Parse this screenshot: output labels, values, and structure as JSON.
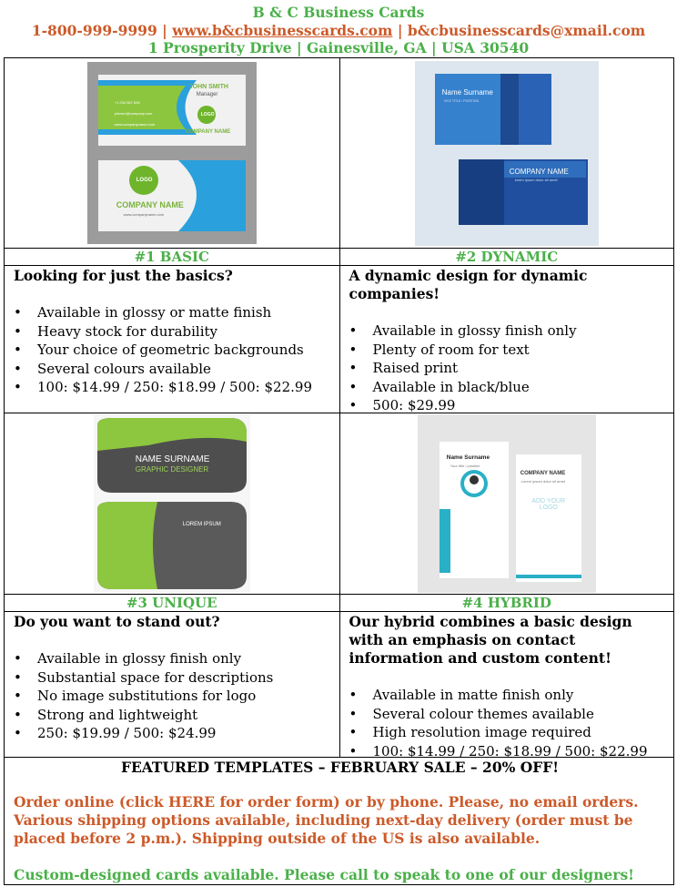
{
  "header": {
    "title": "B & C Business Cards",
    "phone": "1-800-999-9999",
    "sep1": " | ",
    "website": "www.b&cbusinesscards.com",
    "sep2": " | ",
    "email": "b&cbusinesscards@xmail.com",
    "address": "1 Prosperity Drive | Gainesville, GA | USA 30540"
  },
  "colors": {
    "green": "#4bb04a",
    "orange": "#cc5a29"
  },
  "products": [
    {
      "caption": "#1 BASIC",
      "title": "Looking for just the basics?",
      "features": [
        "Available in glossy or matte finish",
        "Heavy stock for durability",
        "Your choice of geometric backgrounds",
        "Several colours available",
        "100: $14.99 / 250: $18.99 / 500: $22.99"
      ],
      "art": {
        "name": "JOHN SMITH",
        "role": "Manager",
        "logo": "LOGO",
        "company": "COMPANY NAME",
        "phone": "+1 234 567 890",
        "email": "johnsm@company.com",
        "web": "www.companyname.com"
      }
    },
    {
      "caption": "#2 DYNAMIC",
      "title": "A dynamic design for dynamic companies!",
      "features": [
        "Available in glossy finish only",
        "Plenty of room for text",
        "Raised print",
        "Available in black/blue",
        "500: $29.99"
      ],
      "art": {
        "name": "Name Surname",
        "role": "VICE TITLE / POSITION",
        "company": "COMPANY NAME",
        "tagline": "lorem ipsum dolor sit amet"
      }
    },
    {
      "caption": "#3 UNIQUE",
      "title": "Do you want to stand out?",
      "features": [
        "Available in glossy finish only",
        "Substantial space for descriptions",
        "No image substitutions for logo",
        "Strong and lightweight",
        "250: $19.99 / 500: $24.99"
      ],
      "art": {
        "name": "NAME SURNAME",
        "role": "GRAPHIC DESIGNER",
        "lorem": "LOREM IPSUM"
      }
    },
    {
      "caption": "#4 HYBRID",
      "title": "Our hybrid combines a basic design with an emphasis on contact information and custom content!",
      "features": [
        "Available in matte finish only",
        "Several colour themes available",
        "High resolution image required",
        "100: $14.99 / 250: $18.99 / 500: $22.99"
      ],
      "art": {
        "name": "Name Surname",
        "role": "Your title / position",
        "company": "COMPANY NAME",
        "tagline": "Lorem ipsum dolor sit amet",
        "logo": "ADD YOUR LOGO"
      }
    }
  ],
  "footer": {
    "featured": "FEATURED TEMPLATES – FEBRUARY SALE – 20% OFF!",
    "order": "Order online (click HERE for order form) or by phone. Please, no email orders. Various shipping options available, including next-day delivery (order must be placed before 2 p.m.). Shipping outside of the US is also available.",
    "custom": "Custom-designed cards available. Please call to speak to one of our designers!"
  }
}
